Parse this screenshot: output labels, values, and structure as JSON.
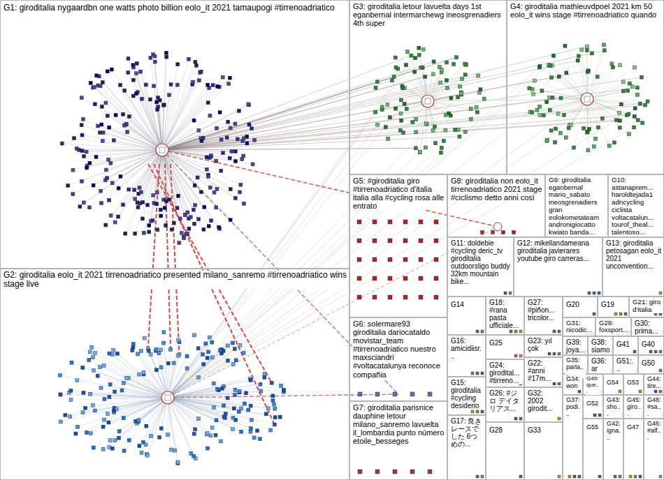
{
  "diagram": {
    "nodes": [
      {
        "text": [
          "G1: giroditalia nygaardbn one watts photo billion eolo_it 2021 tamaupogi #tirrenoadriatico"
        ]
      },
      {
        "text": [
          "G2: giroditalia eolo_it 2021 tirrenoadriatico presented milano_sanremo #tirrenoadriatico wins stage live"
        ]
      },
      {
        "text": [
          "G3: giroditalia letour lavuelta days 1st eganbernal intermarchewg ineosgrenadiers 4th super"
        ]
      },
      {
        "text": [
          "G4: giroditalia mathieuvdpoel 2021 km 50 eolo_it wins stage #tirrenoadriatico quando"
        ]
      },
      {
        "text": [
          "G5: #giroditalia giro #tirrenoadriatico d'italia italia alla #cycling rosa alle entrato"
        ]
      },
      {
        "text": [
          "G6: solermare93 giroditalia dariocataldo movistar_team #tirrenoadriatico nuestro maxsciandri #voltacatalunya reconoce compañia"
        ]
      },
      {
        "text": [
          "G7: giroditalia parisnice dauphine letour milano_sanremo lavuelta il_lombardia punto número etoile_besseges"
        ]
      },
      {
        "text": [
          "G8: giroditalia non eolo_it tirrenoadriatico 2021 stage #ciclismo detto anni così"
        ]
      },
      {
        "text": [
          "G9: giroditalia eganbernal mario_sabato ineosgrenadiers gran eolokometateam andronigiocatto kwiato banda..."
        ]
      },
      {
        "text": [
          "G10: astanaprem... haroldtejada1 adncycling ciclista voltacatalun... tourof_theal... talentoso..."
        ]
      },
      {
        "text": [
          "G11: doldebie #cycling deric_tv giroditalia outdoorsligo buddy 32km mountain bike..."
        ]
      },
      {
        "text": [
          "G12: mikellandameana giroditalia javierares youtube giro carreras..."
        ]
      },
      {
        "text": [
          "G13: giroditalia petosagan eolo_it 2021 unconvention..."
        ]
      },
      {
        "text": [
          "G14"
        ]
      },
      {
        "text": [
          "G18: #rana pasta ufficiale..."
        ]
      },
      {
        "text": [
          "G27: #piñon... tricolor..."
        ]
      },
      {
        "text": [
          "G20"
        ]
      },
      {
        "text": [
          "G19"
        ]
      },
      {
        "text": [
          "G21: giro d'italia"
        ]
      },
      {
        "text": [
          "G16: amicidiisr..."
        ]
      },
      {
        "text": [
          "G25"
        ]
      },
      {
        "text": [
          "G23: yıl çok"
        ]
      },
      {
        "text": [
          "G31: nicodic..."
        ]
      },
      {
        "text": [
          "G29: foxsport..."
        ]
      },
      {
        "text": [
          "G30: prima..."
        ]
      },
      {
        "text": [
          "G24: girodital... #tirreno..."
        ]
      },
      {
        "text": [
          "G22: #anni #17m..."
        ]
      },
      {
        "text": [
          "G39: joya..."
        ]
      },
      {
        "text": [
          "G38: siamo"
        ]
      },
      {
        "text": [
          "G41"
        ]
      },
      {
        "text": [
          "G40"
        ]
      },
      {
        "text": [
          "G15: giroditalia #cycling desiderio"
        ]
      },
      {
        "text": [
          "G35: parla..."
        ]
      },
      {
        "text": [
          "G36: ar"
        ]
      },
      {
        "text": [
          "G51:..."
        ]
      },
      {
        "text": [
          "G50"
        ]
      },
      {
        "text": [
          "G26: #ジロ デイタ リアス..."
        ]
      },
      {
        "text": [
          "G32: 2002 girodit..."
        ]
      },
      {
        "text": [
          "G34: won"
        ]
      },
      {
        "text": [
          "G49: que..."
        ]
      },
      {
        "text": [
          "G54"
        ]
      },
      {
        "text": [
          "G53"
        ]
      },
      {
        "text": [
          "G44: tire..."
        ]
      },
      {
        "text": [
          "G17: 良き レースでした 6つめの..."
        ]
      },
      {
        "text": [
          "G28"
        ]
      },
      {
        "text": [
          "G33"
        ]
      },
      {
        "text": [
          "G37: podi..."
        ]
      },
      {
        "text": [
          "G52"
        ]
      },
      {
        "text": [
          "G43: sho..."
        ]
      },
      {
        "text": [
          "G45: giro..."
        ]
      },
      {
        "text": [
          "G48: #sa..."
        ]
      },
      {
        "text": [
          "G55"
        ]
      },
      {
        "text": [
          "G42: igna..."
        ]
      },
      {
        "text": [
          "G47"
        ]
      },
      {
        "text": [
          "G46: #alf..."
        ]
      }
    ]
  }
}
